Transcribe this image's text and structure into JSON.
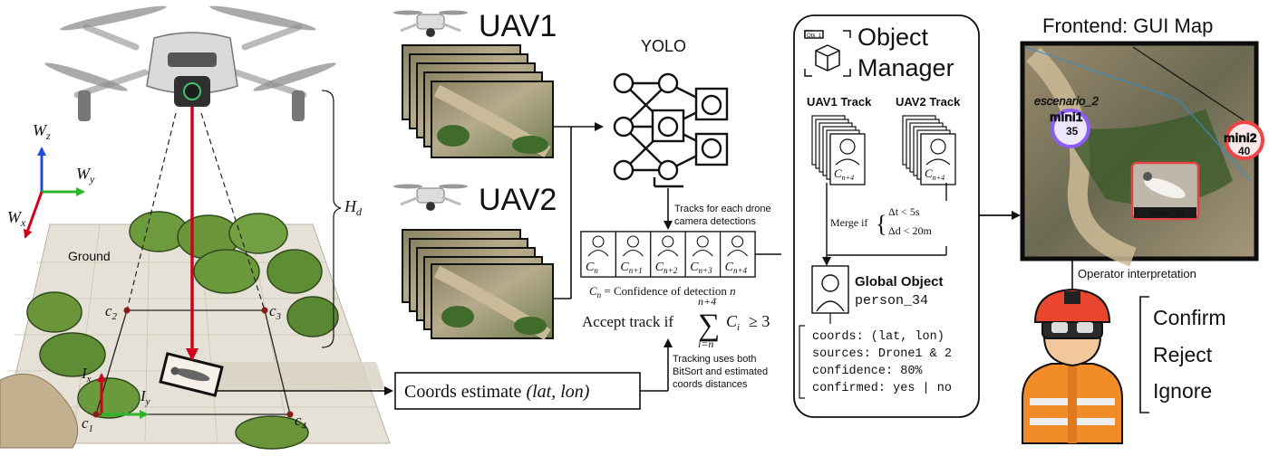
{
  "scene": {
    "axis_wz": "W",
    "axis_wz_sub": "z",
    "axis_wy": "W",
    "axis_wy_sub": "y",
    "axis_wx": "W",
    "axis_wx_sub": "x",
    "height_label": "H",
    "height_sub": "d",
    "ground_label": "Ground",
    "corners": [
      {
        "letter": "c",
        "sub": "1"
      },
      {
        "letter": "c",
        "sub": "2"
      },
      {
        "letter": "c",
        "sub": "3"
      },
      {
        "letter": "c",
        "sub": "4"
      }
    ],
    "image_axis_x": "I",
    "image_axis_x_sub": "x",
    "image_axis_y": "I",
    "image_axis_y_sub": "y"
  },
  "uav1_label": "UAV1",
  "uav2_label": "UAV2",
  "yolo_label": "YOLO",
  "tracks_note": [
    "Tracks for each drone",
    "camera detections"
  ],
  "confidence_cells": [
    {
      "main": "C",
      "sub": "n"
    },
    {
      "main": "C",
      "sub": "n+1"
    },
    {
      "main": "C",
      "sub": "n+2"
    },
    {
      "main": "C",
      "sub": "n+3"
    },
    {
      "main": "C",
      "sub": "n+4"
    }
  ],
  "confidence_caption": "= Confidence of detection",
  "confidence_caption_c": "C",
  "confidence_caption_sub": "n",
  "confidence_caption_var": "n",
  "accept_rule": {
    "prefix": "Accept track if",
    "sum_top": "n+4",
    "sum_bottom": "i=n",
    "body": "C",
    "body_sub": "i",
    "relation": "≥ 3"
  },
  "tracking_note": [
    "Tracking uses both",
    "BitSort and estimated",
    "coords distances"
  ],
  "coords_estimate": {
    "prefix": "Coords estimate",
    "vars": "(lat, lon)"
  },
  "object_manager": {
    "icon_tag": "Obj. 1",
    "title_line1": "Object",
    "title_line2": "Manager",
    "uav1_track": "UAV1 Track",
    "uav2_track": "UAV2 Track",
    "card_label": "C",
    "card_sub": "n+4",
    "merge_prefix": "Merge if",
    "merge_cond1": "Δt < 5s",
    "merge_cond2": "Δd < 20m",
    "global_title": "Global Object",
    "global_id": "person_34",
    "details": [
      "coords: (lat, lon)",
      "sources: Drone1 & 2",
      "confidence: 80%",
      "confirmed: yes | no"
    ]
  },
  "frontend": {
    "title": "Frontend: GUI Map",
    "scenario_label": "escenario_2",
    "drone1_name": "mini1",
    "drone1_value": "35",
    "drone2_name": "mini2",
    "drone2_value": "40",
    "detection_label": "person_34"
  },
  "operator_label": "Operator interpretation",
  "decisions": [
    "Confirm",
    "Reject",
    "Ignore"
  ],
  "colors": {
    "red_arrow": "#d0021b",
    "blue_axis": "#1f4fd6",
    "green_axis": "#2db52d",
    "map_border": "#0d0d0d",
    "drone1_ring": "#8b5cf6",
    "drone2_ring": "#ef4444",
    "orange_vest": "#f28c28",
    "skin": "#f2c79a"
  },
  "icons": [
    "drone-icon",
    "neural-network-icon",
    "person-icon",
    "cube-icon",
    "operator-icon"
  ]
}
